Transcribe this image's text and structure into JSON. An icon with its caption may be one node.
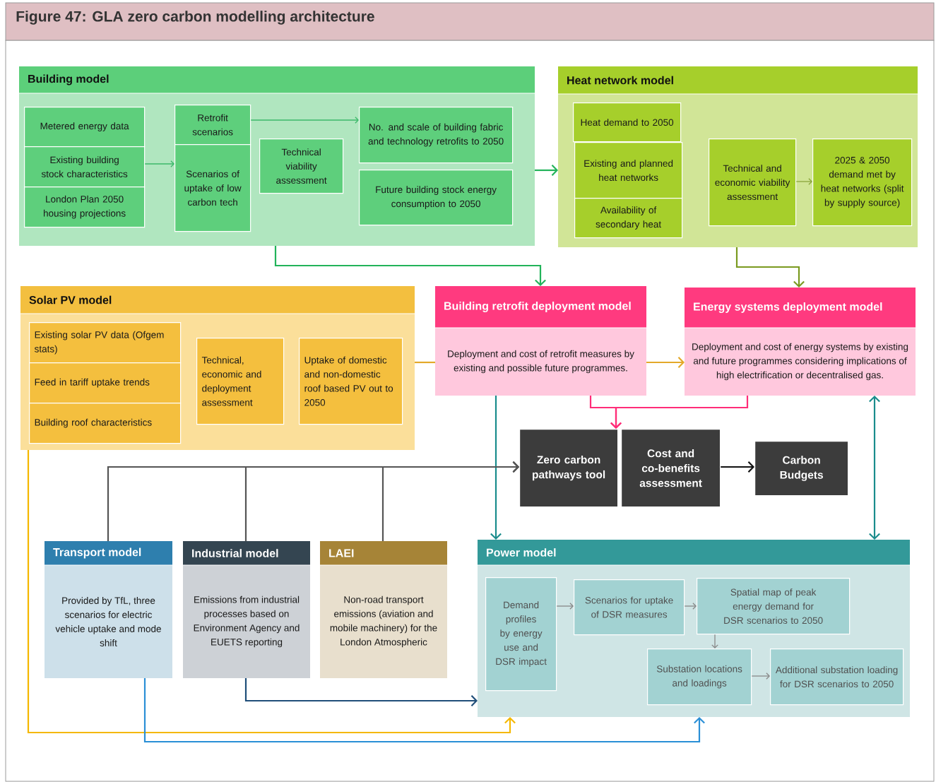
{
  "diagram": {
    "title": "Figure 47: GLA zero carbon modelling architecture",
    "nodes": [
      {
        "text": [
          "Building model"
        ]
      },
      {
        "text": [
          "Metered energy data"
        ],
        "in": 0
      },
      {
        "text": [
          "Existing building stock characteristics"
        ],
        "in": 0
      },
      {
        "text": [
          "London Plan 2050 housing projections"
        ],
        "in": 0
      },
      {
        "text": [
          "Retrofit scenarios"
        ],
        "in": 0
      },
      {
        "text": [
          "Scenarios of uptake of low carbon tech"
        ],
        "in": 0
      },
      {
        "text": [
          "Technical viability assessment"
        ],
        "in": 0
      },
      {
        "text": [
          "No. and scale of building fabric and technology retrofits to 2050"
        ],
        "in": 0
      },
      {
        "text": [
          "Future building stock energy consumption to 2050"
        ],
        "in": 0
      },
      {
        "text": [
          "Heat network model"
        ]
      },
      {
        "text": [
          "Heat demand to 2050"
        ],
        "in": 9
      },
      {
        "text": [
          "Existing and planned heat networks"
        ],
        "in": 9
      },
      {
        "text": [
          "Availability of secondary heat"
        ],
        "in": 9
      },
      {
        "text": [
          "Technical and economic viability assessment"
        ],
        "in": 9
      },
      {
        "text": [
          "2025 & 2050 demand met by heat networks (split by supply source)"
        ],
        "in": 9
      },
      {
        "text": [
          "Solar PV model"
        ]
      },
      {
        "text": [
          "Existing solar PV data (Ofgem stats)"
        ],
        "in": 15
      },
      {
        "text": [
          "Feed in tariff uptake trends"
        ],
        "in": 15
      },
      {
        "text": [
          "Building roof characteristics"
        ],
        "in": 15
      },
      {
        "text": [
          "Technical, economic and deployment assessment"
        ],
        "in": 15
      },
      {
        "text": [
          "Uptake of domestic and non-domestic roof based PV out to 2050"
        ],
        "in": 15
      },
      {
        "text": [
          "Building retrofit deployment model",
          "Deployment and cost of retrofit measures by existing and possible future programmes."
        ]
      },
      {
        "text": [
          "Energy systems deployment model",
          "Deployment and cost of energy systems by existing and future programmes considering implications of high electrification or decentralised gas."
        ]
      },
      {
        "text": [
          "Zero carbon pathways tool"
        ]
      },
      {
        "text": [
          "Cost and co-benefits assessment"
        ]
      },
      {
        "text": [
          "Carbon Budgets"
        ]
      },
      {
        "text": [
          "Transport model",
          "Provided by TfL, three scenarios for electric vehicle uptake and mode shift"
        ]
      },
      {
        "text": [
          "Industrial model",
          "Emissions from industrial processes based on Environment Agency and EUETS reporting"
        ]
      },
      {
        "text": [
          "LAEI",
          "Non-road transport emissions (aviation and mobile machinery) for the London Atmospheric"
        ]
      },
      {
        "text": [
          "Power model"
        ]
      },
      {
        "text": [
          "Demand profiles by energy use and DSR impact"
        ],
        "in": 29
      },
      {
        "text": [
          "Scenarios for uptake of DSR measures"
        ],
        "in": 29
      },
      {
        "text": [
          "Spatial map of peak energy demand for DSR scenarios to 2050"
        ],
        "in": 29
      },
      {
        "text": [
          "Substation locations and loadings"
        ],
        "in": 29
      },
      {
        "text": [
          "Additional substation loading for DSR scenarios to 2050"
        ],
        "in": 29
      }
    ],
    "edges": [
      {
        "from": 2,
        "to": 5,
        "arrow": "to",
        "color": "#3cb96a"
      },
      {
        "from": 4,
        "to": 7,
        "arrow": "to",
        "color": "#3cb96a"
      },
      {
        "from": 0,
        "to": 9,
        "arrow": "to",
        "color": "#22b35a"
      },
      {
        "from": 0,
        "to": 21,
        "arrow": "to",
        "color": "#22b35a"
      },
      {
        "from": 13,
        "to": 14,
        "arrow": "to",
        "color": "#8aa53a"
      },
      {
        "from": 9,
        "to": 22,
        "arrow": "to",
        "color": "#7a9a1f"
      },
      {
        "from": 15,
        "to": 21,
        "arrow": "none",
        "color": "#e3a92a"
      },
      {
        "from": 21,
        "to": 22,
        "arrow": "to",
        "color": "#e3a92a"
      },
      {
        "from": 21,
        "to": 23,
        "arrow": "to",
        "color": "#ff2d78"
      },
      {
        "from": 22,
        "to": 23,
        "arrow": "to",
        "color": "#ff2d78"
      },
      {
        "from": 24,
        "to": 25,
        "arrow": "to",
        "color": "#111111"
      },
      {
        "from": 21,
        "to": 29,
        "arrow": "to",
        "color": "#1a8c8c"
      },
      {
        "from": 22,
        "to": 29,
        "arrow": "both",
        "color": "#1a8c8c"
      },
      {
        "from": 26,
        "to": 23,
        "arrow": "to",
        "color": "#555555"
      },
      {
        "from": 27,
        "to": 23,
        "arrow": "to",
        "color": "#555555"
      },
      {
        "from": 28,
        "to": 23,
        "arrow": "to",
        "color": "#555555"
      },
      {
        "from": 15,
        "to": 29,
        "arrow": "to",
        "color": "#f5b800"
      },
      {
        "from": 26,
        "to": 29,
        "arrow": "to",
        "color": "#2a8fd6"
      },
      {
        "from": 27,
        "to": 29,
        "arrow": "to",
        "color": "#1f4e79"
      },
      {
        "from": 30,
        "to": 31,
        "arrow": "to"
      },
      {
        "from": 31,
        "to": 32,
        "arrow": "to"
      },
      {
        "from": 32,
        "to": 33,
        "arrow": "to"
      },
      {
        "from": 33,
        "to": 34,
        "arrow": "to"
      }
    ]
  }
}
